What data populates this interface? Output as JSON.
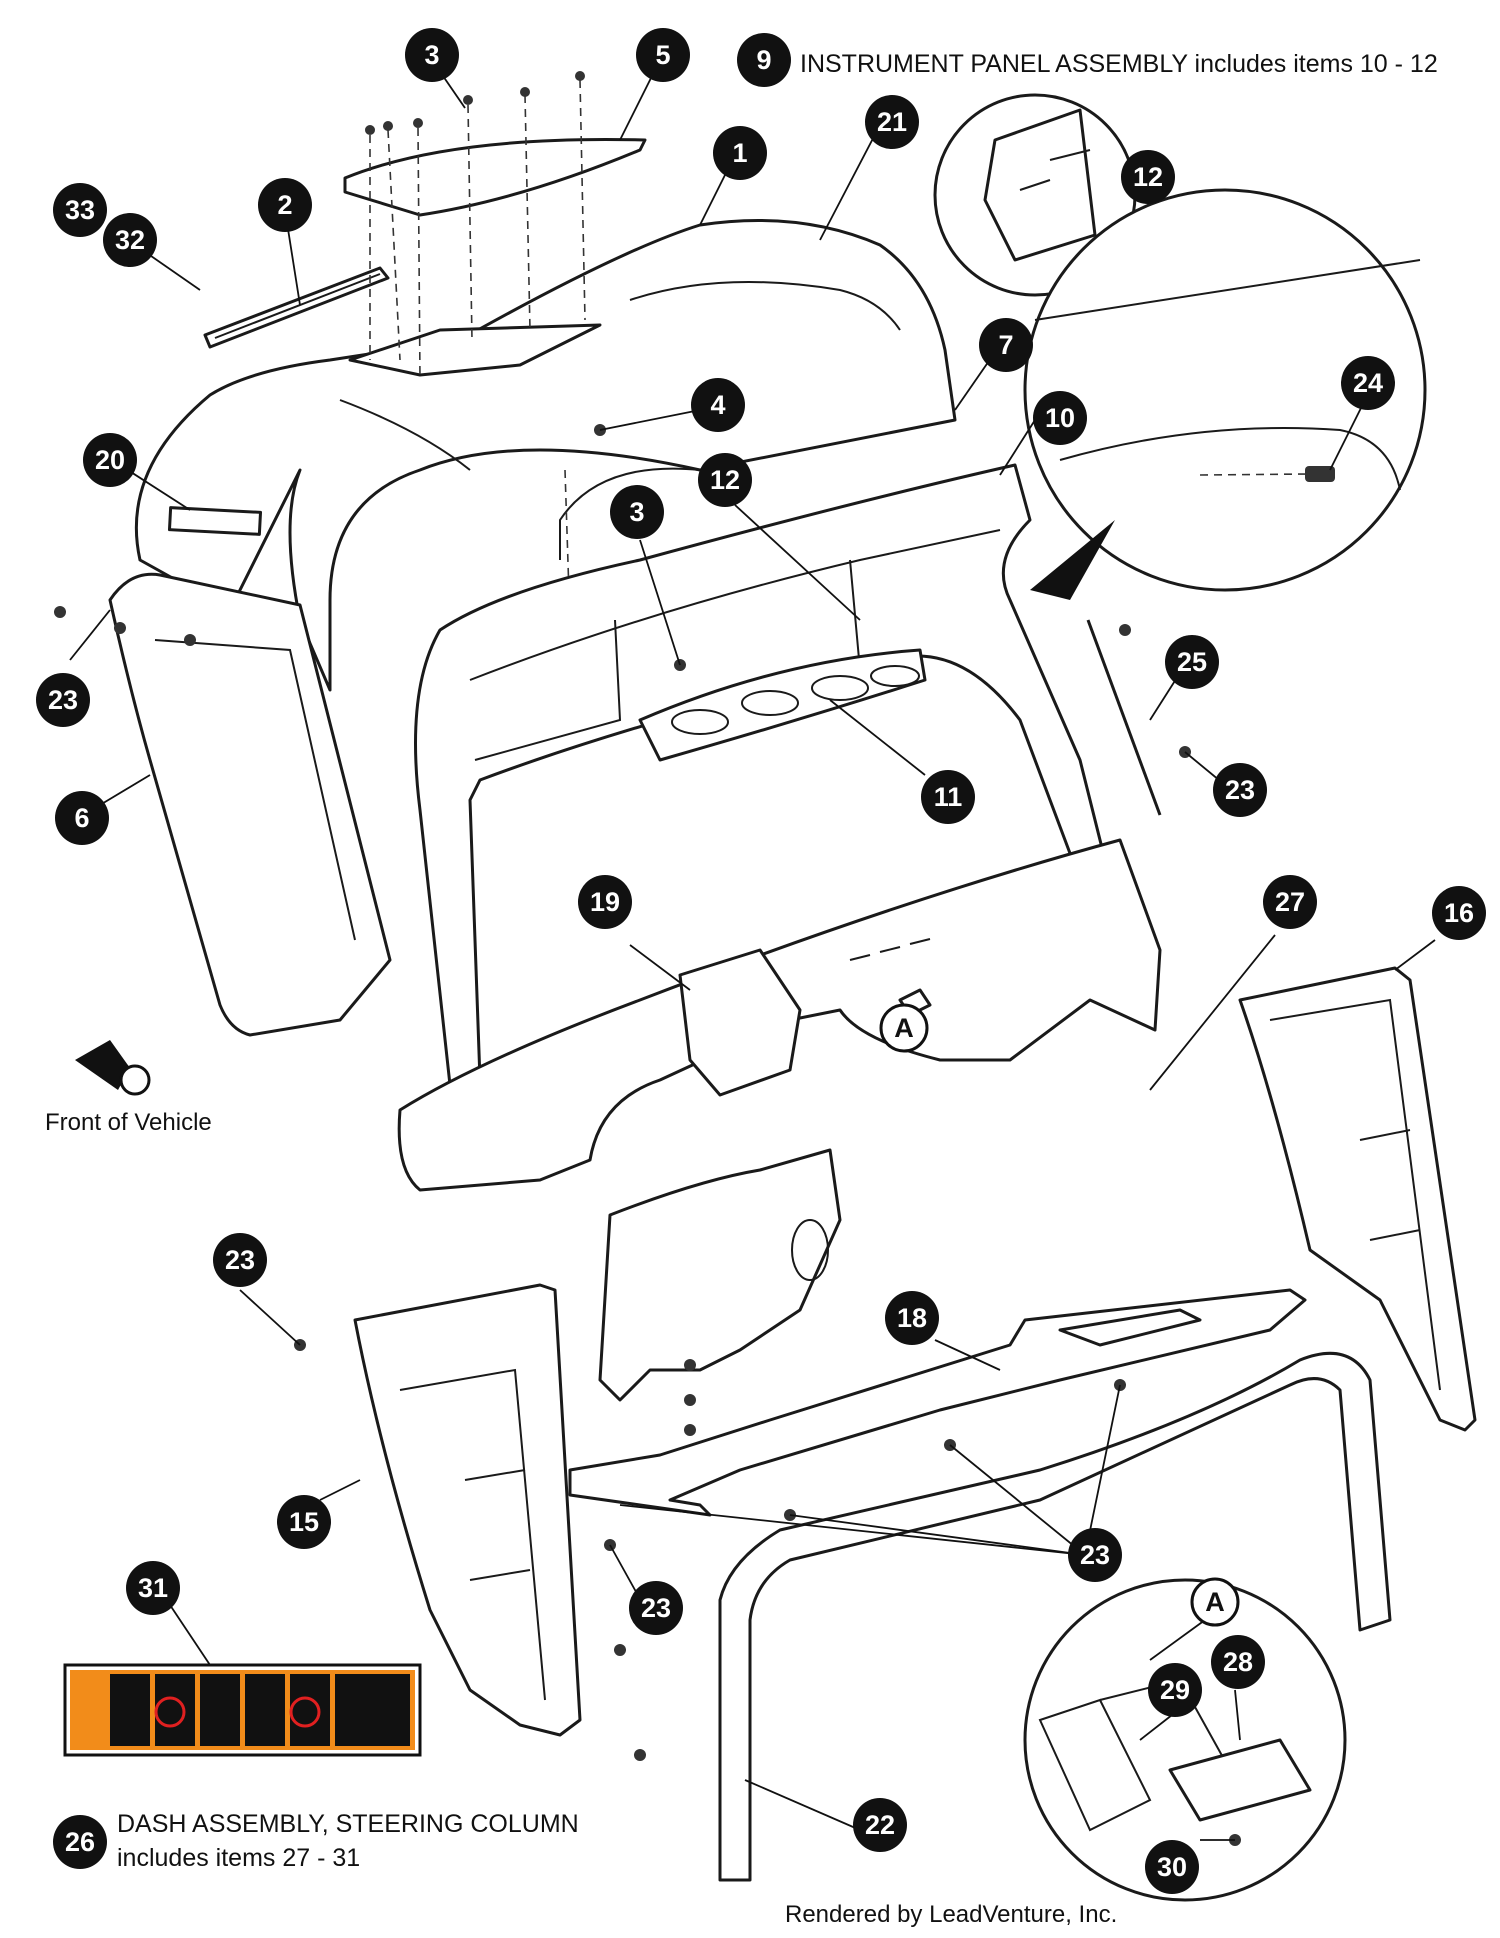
{
  "callouts": {
    "c1": "1",
    "c2": "2",
    "c3a": "3",
    "c3b": "3",
    "c4": "4",
    "c5": "5",
    "c6": "6",
    "c7": "7",
    "c9": "9",
    "c10": "10",
    "c11": "11",
    "c12a": "12",
    "c12b": "12",
    "c15": "15",
    "c16": "16",
    "c18": "18",
    "c19": "19",
    "c20": "20",
    "c21": "21",
    "c22": "22",
    "c23a": "23",
    "c23b": "23",
    "c23c": "23",
    "c23d": "23",
    "c23e": "23",
    "c24": "24",
    "c25": "25",
    "c26": "26",
    "c27": "27",
    "c28": "28",
    "c29": "29",
    "c30": "30",
    "c31": "31",
    "c32": "32",
    "c33": "33",
    "refA1": "A",
    "refA2": "A"
  },
  "labels": {
    "instrument_panel": "INSTRUMENT PANEL  ASSEMBLY includes items 10 - 12",
    "front_of_vehicle": "Front of Vehicle",
    "dash_assembly_line1": "DASH ASSEMBLY, STEERING COLUMN",
    "dash_assembly_line2": "includes items 27 - 31",
    "credit": "Rendered by LeadVenture, Inc."
  },
  "colors": {
    "decal_background": "#f28c1a",
    "callout_fill": "#111111"
  }
}
